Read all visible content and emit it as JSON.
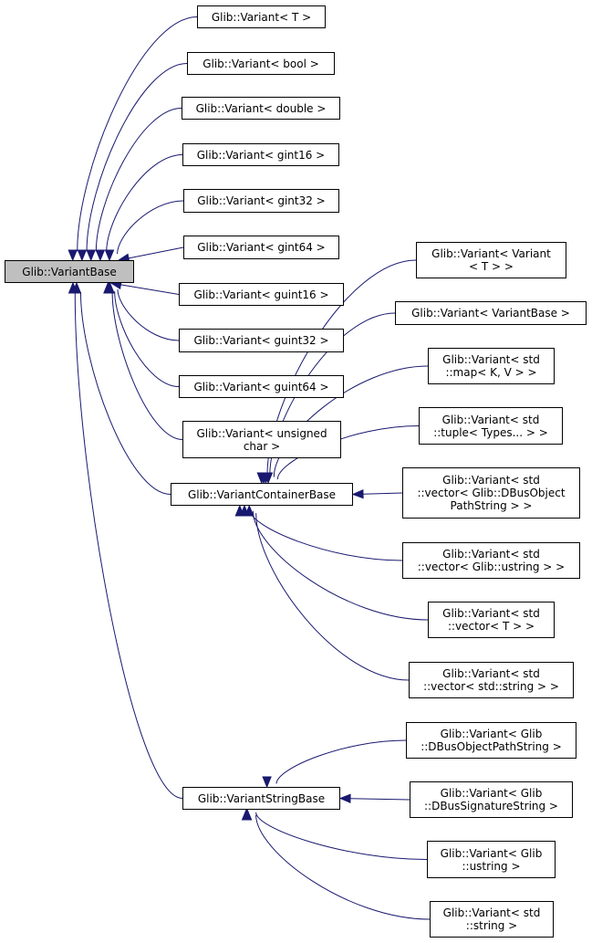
{
  "diagram": {
    "colors": {
      "edge": "#191970",
      "node_border": "#000000",
      "root_fill": "#bfbfbf",
      "node_fill": "#ffffff"
    },
    "nodes": [
      {
        "id": "variantbase",
        "lines": [
          "Glib::VariantBase"
        ],
        "root": true
      },
      {
        "id": "v-t",
        "lines": [
          "Glib::Variant< T >"
        ]
      },
      {
        "id": "v-bool",
        "lines": [
          "Glib::Variant< bool >"
        ]
      },
      {
        "id": "v-double",
        "lines": [
          "Glib::Variant< double >"
        ]
      },
      {
        "id": "v-gint16",
        "lines": [
          "Glib::Variant< gint16 >"
        ]
      },
      {
        "id": "v-gint32",
        "lines": [
          "Glib::Variant< gint32 >"
        ]
      },
      {
        "id": "v-gint64",
        "lines": [
          "Glib::Variant< gint64 >"
        ]
      },
      {
        "id": "v-guint16",
        "lines": [
          "Glib::Variant< guint16 >"
        ]
      },
      {
        "id": "v-guint32",
        "lines": [
          "Glib::Variant< guint32 >"
        ]
      },
      {
        "id": "v-guint64",
        "lines": [
          "Glib::Variant< guint64 >"
        ]
      },
      {
        "id": "v-uchar",
        "lines": [
          "Glib::Variant< unsigned",
          "char >"
        ]
      },
      {
        "id": "containerbase",
        "lines": [
          "Glib::VariantContainerBase"
        ]
      },
      {
        "id": "stringbase",
        "lines": [
          "Glib::VariantStringBase"
        ]
      },
      {
        "id": "v-variant-t",
        "lines": [
          "Glib::Variant< Variant",
          "< T > >"
        ]
      },
      {
        "id": "v-variantbase",
        "lines": [
          "Glib::Variant< VariantBase >"
        ]
      },
      {
        "id": "v-map",
        "lines": [
          "Glib::Variant< std",
          "::map< K, V > >"
        ]
      },
      {
        "id": "v-tuple",
        "lines": [
          "Glib::Variant< std",
          "::tuple< Types... > >"
        ]
      },
      {
        "id": "v-vec-dbus",
        "lines": [
          "Glib::Variant< std",
          "::vector< Glib::DBusObject",
          "PathString > >"
        ]
      },
      {
        "id": "v-vec-ustring",
        "lines": [
          "Glib::Variant< std",
          "::vector< Glib::ustring > >"
        ]
      },
      {
        "id": "v-vec-t",
        "lines": [
          "Glib::Variant< std",
          "::vector< T > >"
        ]
      },
      {
        "id": "v-vec-string",
        "lines": [
          "Glib::Variant< std",
          "::vector< std::string > >"
        ]
      },
      {
        "id": "v-dbus-objpath",
        "lines": [
          "Glib::Variant< Glib",
          "::DBusObjectPathString >"
        ]
      },
      {
        "id": "v-dbus-sig",
        "lines": [
          "Glib::Variant< Glib",
          "::DBusSignatureString >"
        ]
      },
      {
        "id": "v-ustring",
        "lines": [
          "Glib::Variant< Glib",
          "::ustring >"
        ]
      },
      {
        "id": "v-string",
        "lines": [
          "Glib::Variant< std",
          "::string >"
        ]
      }
    ],
    "edges": [
      {
        "from": "v-t",
        "to": "variantbase"
      },
      {
        "from": "v-bool",
        "to": "variantbase"
      },
      {
        "from": "v-double",
        "to": "variantbase"
      },
      {
        "from": "v-gint16",
        "to": "variantbase"
      },
      {
        "from": "v-gint32",
        "to": "variantbase"
      },
      {
        "from": "v-gint64",
        "to": "variantbase"
      },
      {
        "from": "v-guint16",
        "to": "variantbase"
      },
      {
        "from": "v-guint32",
        "to": "variantbase"
      },
      {
        "from": "v-guint64",
        "to": "variantbase"
      },
      {
        "from": "v-uchar",
        "to": "variantbase"
      },
      {
        "from": "containerbase",
        "to": "variantbase"
      },
      {
        "from": "stringbase",
        "to": "variantbase"
      },
      {
        "from": "v-variant-t",
        "to": "containerbase"
      },
      {
        "from": "v-variantbase",
        "to": "containerbase"
      },
      {
        "from": "v-map",
        "to": "containerbase"
      },
      {
        "from": "v-tuple",
        "to": "containerbase"
      },
      {
        "from": "v-vec-dbus",
        "to": "containerbase"
      },
      {
        "from": "v-vec-ustring",
        "to": "containerbase"
      },
      {
        "from": "v-vec-t",
        "to": "containerbase"
      },
      {
        "from": "v-vec-string",
        "to": "containerbase"
      },
      {
        "from": "v-dbus-objpath",
        "to": "stringbase"
      },
      {
        "from": "v-dbus-sig",
        "to": "stringbase"
      },
      {
        "from": "v-ustring",
        "to": "stringbase"
      },
      {
        "from": "v-string",
        "to": "stringbase"
      }
    ]
  }
}
